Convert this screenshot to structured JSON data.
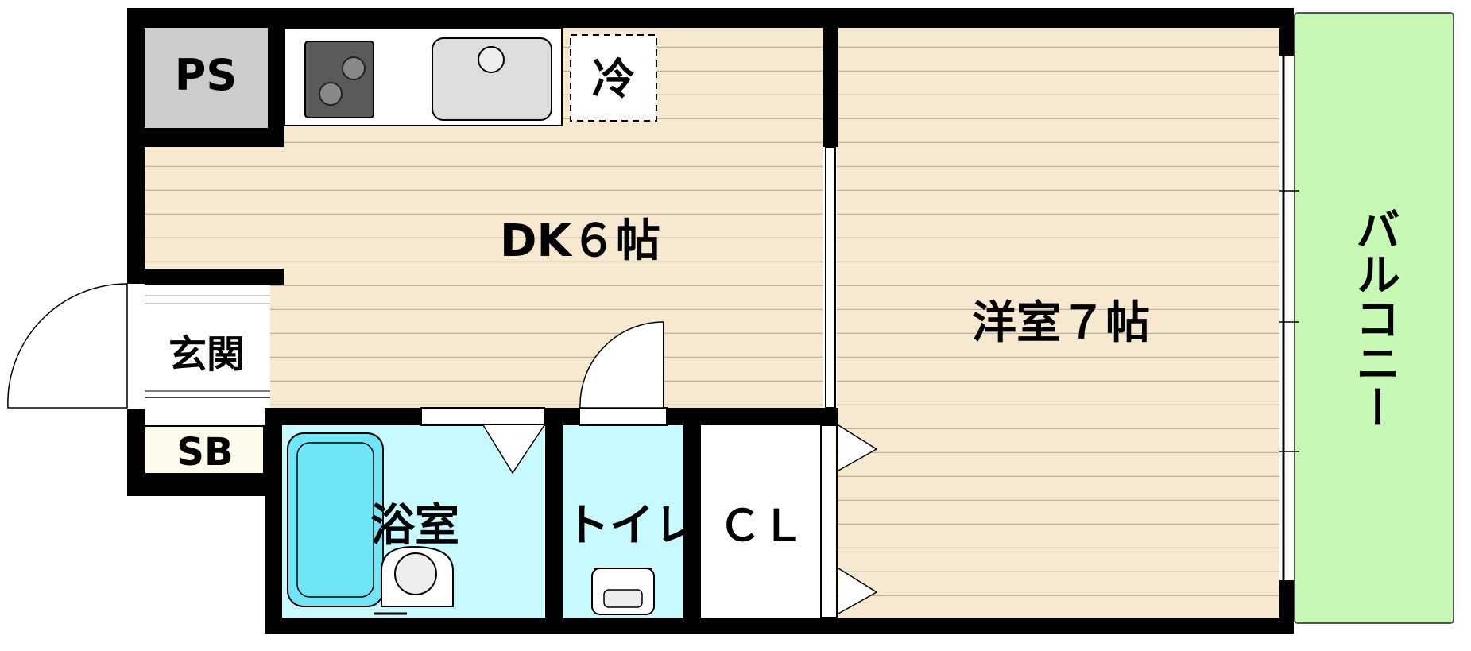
{
  "rooms": {
    "ps": "PS",
    "fridge": "冷",
    "dk": "DK６帖",
    "western": "洋室７帖",
    "entrance": "玄関",
    "sb": "SB",
    "bath": "浴室",
    "toilet": "トイレ",
    "closet": "ＣＬ",
    "balcony": "バルコニー"
  },
  "colors": {
    "wall": "#000000",
    "floor": "#f6e9cf",
    "floor_lines": "#b9b2a4",
    "wet_area": "#c7fafe",
    "balcony": "#c7f9b4",
    "ps": "#cccccc",
    "tub": "#6fe6f6"
  }
}
